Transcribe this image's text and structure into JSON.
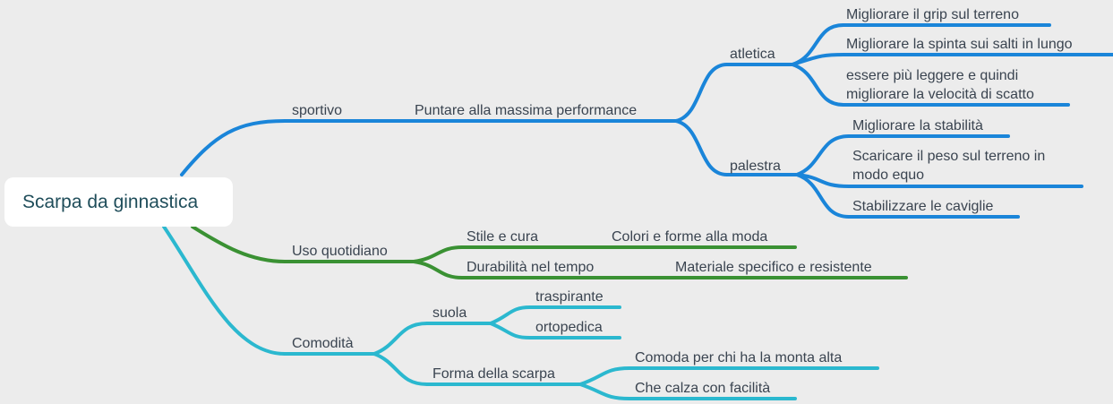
{
  "root": {
    "label": "Scarpa da ginnastica"
  },
  "colors": {
    "blue": "#1a85d9",
    "green": "#3a9133",
    "cyan": "#2bb8cf",
    "background": "#ececec"
  },
  "branches": {
    "sportivo": {
      "label": "sportivo",
      "child": "Puntare alla massima performance",
      "atletica": {
        "label": "atletica",
        "items": [
          "Migliorare il grip sul terreno",
          "Migliorare la spinta sui salti in lungo",
          "essere più leggere e quindi",
          "migliorare la velocità di scatto"
        ]
      },
      "palestra": {
        "label": "palestra",
        "items": [
          "Migliorare la stabilità",
          "Scaricare il peso sul terreno in",
          "modo equo",
          "Stabilizzare le caviglie"
        ]
      }
    },
    "uso": {
      "label": "Uso quotidiano",
      "stile": {
        "label": "Stile e cura",
        "child": "Colori e forme alla moda"
      },
      "durabilita": {
        "label": "Durabilità nel tempo",
        "child": "Materiale specifico e resistente"
      }
    },
    "comodita": {
      "label": "Comodità",
      "suola": {
        "label": "suola",
        "items": [
          "traspirante",
          "ortopedica"
        ]
      },
      "forma": {
        "label": "Forma della scarpa",
        "items": [
          "Comoda per chi ha la monta alta",
          "Che calza con facilità"
        ]
      }
    }
  }
}
